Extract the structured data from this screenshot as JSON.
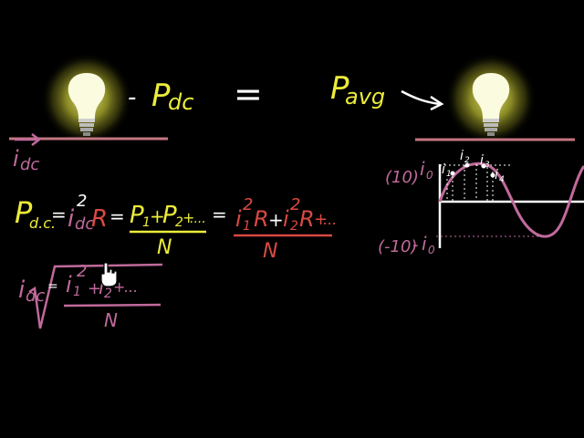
{
  "colors": {
    "background": "#000000",
    "yellow": "#ecec3a",
    "pink": "#c06a9c",
    "red": "#d84a43",
    "wire": "#c47682",
    "white": "#ffffff",
    "glow": "#c8c83a"
  },
  "top": {
    "p_left_main": "P",
    "p_left_sub": "dc",
    "equals": "=",
    "p_right_main": "P",
    "p_right_sub": "avg",
    "dash": "-"
  },
  "left_label": {
    "main": "i",
    "sub": "dc"
  },
  "eq1": {
    "lhs_main": "P",
    "lhs_sub": "d.c.",
    "eq_a": "=",
    "idc_main": "i",
    "idc_sub": "dc",
    "idc_sup": "2",
    "R": "R",
    "eq_b": "=",
    "p1": "P",
    "p1_sub": "1",
    "plus1": "+",
    "p2": "P",
    "p2_sub": "2",
    "plus2": "+",
    "dots": "....",
    "n": "N",
    "eq_c": "=",
    "i1": "i",
    "i1_sub": "1",
    "i1_sup": "2",
    "R1": "R",
    "plus3": "+",
    "i2": "i",
    "i2_sub": "2",
    "i2_sup": "2",
    "R2": "R",
    "plus4": "+",
    "dots2": "...",
    "n2": "N"
  },
  "eq2": {
    "lhs_main": "i",
    "lhs_sub": "dc",
    "eq": "=",
    "t1": "i",
    "t1_sub": "1",
    "t1_sup": "2",
    "plus": "+",
    "t2": "i",
    "t2_sub": "2",
    "plus2": "+",
    "dots": "...",
    "n": "N"
  },
  "graph": {
    "label_top": "(10)",
    "label_top_i": "i",
    "label_top_sub": "0",
    "label_bottom": "(-10)",
    "label_bottom_dash": "-",
    "label_bottom_i": "i",
    "label_bottom_sub": "0",
    "pt1": "i",
    "pt1_sub": "1",
    "pt2": "i",
    "pt2_sub": "2",
    "pt3": "i",
    "pt3_sub": "3",
    "pt4": "i",
    "pt4_sub": "4"
  }
}
